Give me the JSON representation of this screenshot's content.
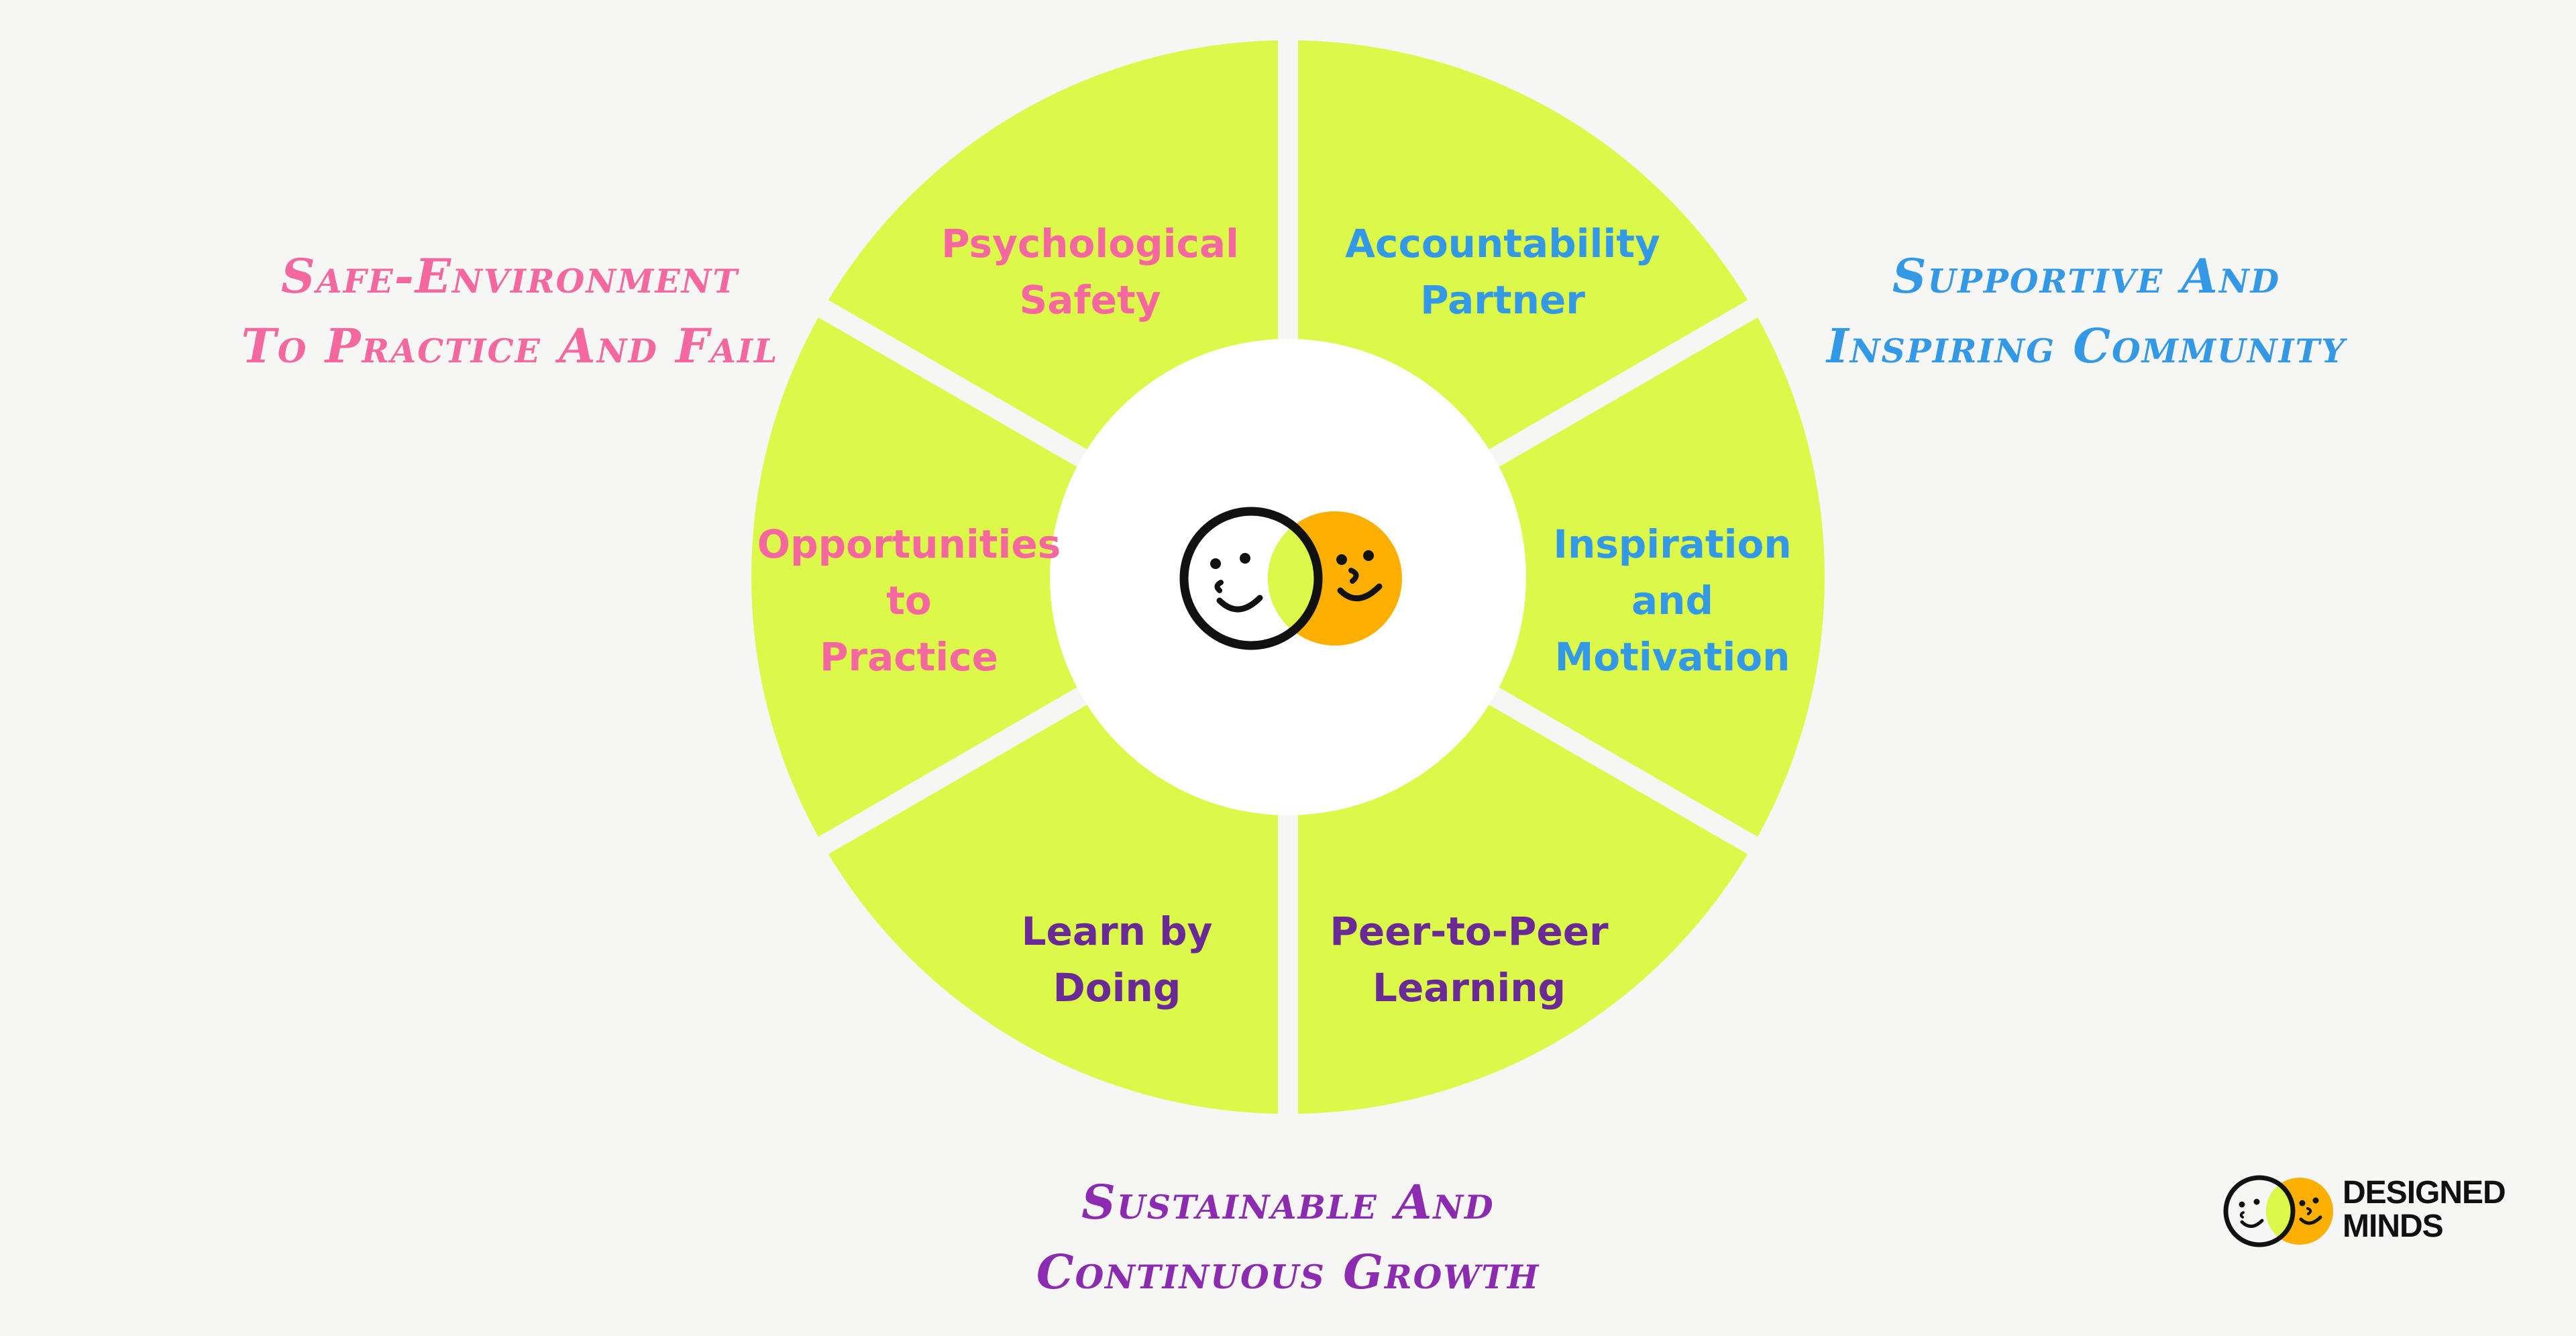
{
  "colors": {
    "background": "#f6f6f4",
    "segment": "#dcf94a",
    "center": "#ffffff",
    "pink": "#f5679f",
    "blue": "#3399e6",
    "purple": "#6a2a96",
    "theme_purple": "#8b2bb0",
    "face_orange": "#fbb000",
    "outline": "#111111"
  },
  "segments": [
    {
      "lines": [
        "Psychological",
        "Safety"
      ],
      "color": "pink"
    },
    {
      "lines": [
        "Accountability",
        "Partner"
      ],
      "color": "blue"
    },
    {
      "lines": [
        "Inspiration",
        "and",
        "Motivation"
      ],
      "color": "blue"
    },
    {
      "lines": [
        "Peer-to-Peer",
        "Learning"
      ],
      "color": "purple"
    },
    {
      "lines": [
        "Learn by",
        "Doing"
      ],
      "color": "purple"
    },
    {
      "lines": [
        "Opportunities",
        "to",
        "Practice"
      ],
      "color": "pink"
    }
  ],
  "themes": {
    "safe": {
      "line1": "Safe-Environment",
      "line2": "To Practice And Fail",
      "color": "#f5679f"
    },
    "supportive": {
      "line1": "Supportive And",
      "line2": "Inspiring Community",
      "color": "#3399e6"
    },
    "sustainable": {
      "line1": "Sustainable And",
      "line2": "Continuous Growth",
      "color": "#8b2bb0"
    }
  },
  "center_icon": "two-faces-logo-icon",
  "brand": {
    "line1": "DESIGNED",
    "line2": "MINDS",
    "icon": "designed-minds-logo-icon"
  }
}
